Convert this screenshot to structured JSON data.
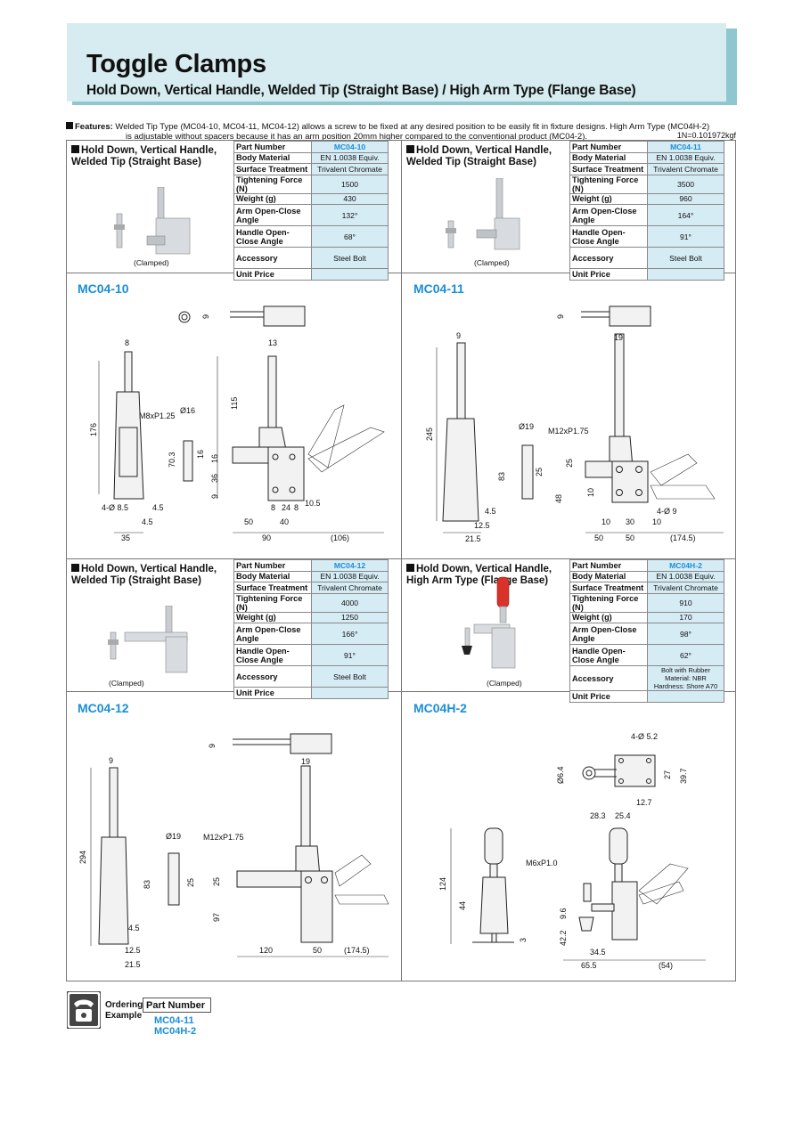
{
  "header": {
    "title": "Toggle Clamps",
    "subtitle": "Hold Down, Vertical Handle, Welded Tip (Straight Base) / High Arm Type (Flange Base)"
  },
  "features": {
    "label": "Features:",
    "line1": "Welded Tip Type (MC04-10, MC04-11, MC04-12) allows a screw to be fixed at any desired position to be easily fit in fixture designs. High Arm Type (MC04H-2)",
    "line2": "is adjustable without spacers because it has an arm position 20mm higher compared to the conventional product (MC04-2).",
    "conversion": "1N=0.101972kgf"
  },
  "spec_labels": {
    "part_number": "Part Number",
    "body_material": "Body Material",
    "surface_treatment": "Surface Treatment",
    "tightening_force": "Tightening Force (N)",
    "weight": "Weight (g)",
    "arm_open_close": "Arm Open-Close Angle",
    "handle_open_close": "Handle Open-Close Angle",
    "accessory": "Accessory",
    "unit_price": "Unit Price"
  },
  "products": [
    {
      "title": "Hold Down, Vertical Handle, Welded Tip (Straight Base)",
      "clamped": "(Clamped)",
      "model": "MC04-10",
      "part_number": "MC04-10",
      "body_material": "EN 1.0038 Equiv.",
      "surface_treatment": "Trivalent Chromate",
      "tightening_force": "1500",
      "weight": "430",
      "arm_angle": "132°",
      "handle_angle": "68°",
      "accessory": "Steel Bolt",
      "unit_price": ""
    },
    {
      "title": "Hold Down, Vertical Handle, Welded Tip (Straight Base)",
      "clamped": "(Clamped)",
      "model": "MC04-11",
      "part_number": "MC04-11",
      "body_material": "EN 1.0038 Equiv.",
      "surface_treatment": "Trivalent Chromate",
      "tightening_force": "3500",
      "weight": "960",
      "arm_angle": "164°",
      "handle_angle": "91°",
      "accessory": "Steel Bolt",
      "unit_price": ""
    },
    {
      "title": "Hold Down, Vertical Handle, Welded Tip (Straight Base)",
      "clamped": "(Clamped)",
      "model": "MC04-12",
      "part_number": "MC04-12",
      "body_material": "EN 1.0038 Equiv.",
      "surface_treatment": "Trivalent Chromate",
      "tightening_force": "4000",
      "weight": "1250",
      "arm_angle": "166°",
      "handle_angle": "91°",
      "accessory": "Steel Bolt",
      "unit_price": ""
    },
    {
      "title": "Hold Down, Vertical Handle, High Arm Type (Flange Base)",
      "clamped": "(Clamped)",
      "model": "MC04H-2",
      "part_number": "MC04H-2",
      "body_material": "EN 1.0038 Equiv.",
      "surface_treatment": "Trivalent Chromate",
      "tightening_force": "910",
      "weight": "170",
      "arm_angle": "98°",
      "handle_angle": "62°",
      "accessory_line1": "Bolt with Rubber",
      "accessory_line2": "Material: NBR Hardness: Shore A70",
      "unit_price": ""
    }
  ],
  "dims": {
    "mc0410": [
      "9",
      "8",
      "13",
      "176",
      "M8xP1.25",
      "Ø16",
      "115",
      "70.3",
      "16",
      "16",
      "36",
      "9",
      "4-Ø 8.5",
      "4.5",
      "4.5",
      "10.5",
      "8",
      "24",
      "8",
      "50",
      "40",
      "35",
      "90",
      "(106)"
    ],
    "mc0411": [
      "9",
      "9",
      "19",
      "245",
      "Ø19",
      "M12xP1.75",
      "83",
      "25",
      "25",
      "48",
      "10",
      "4-Ø 9",
      "4.5",
      "12.5",
      "21.5",
      "10",
      "30",
      "10",
      "50",
      "50",
      "(174.5)"
    ],
    "mc0412": [
      "9",
      "9",
      "19",
      "294",
      "Ø19",
      "M12xP1.75",
      "83",
      "25",
      "25",
      "97",
      "4.5",
      "12.5",
      "21.5",
      "120",
      "50",
      "(174.5)"
    ],
    "mc04h2": [
      "4-Ø 5.2",
      "Ø6.4",
      "27",
      "39.7",
      "12.7",
      "28.3",
      "25.4",
      "124",
      "M6xP1.0",
      "44",
      "9.6",
      "42.2",
      "3",
      "34.5",
      "65.5",
      "(54)"
    ]
  },
  "ordering": {
    "label_line1": "Ordering",
    "label_line2": "Example",
    "header": "Part Number",
    "values": [
      "MC04-11",
      "MC04H-2"
    ]
  },
  "colors": {
    "accent": "#1a8fd6",
    "banner": "#d6ecf0",
    "table_fill": "#d6ecf5"
  }
}
